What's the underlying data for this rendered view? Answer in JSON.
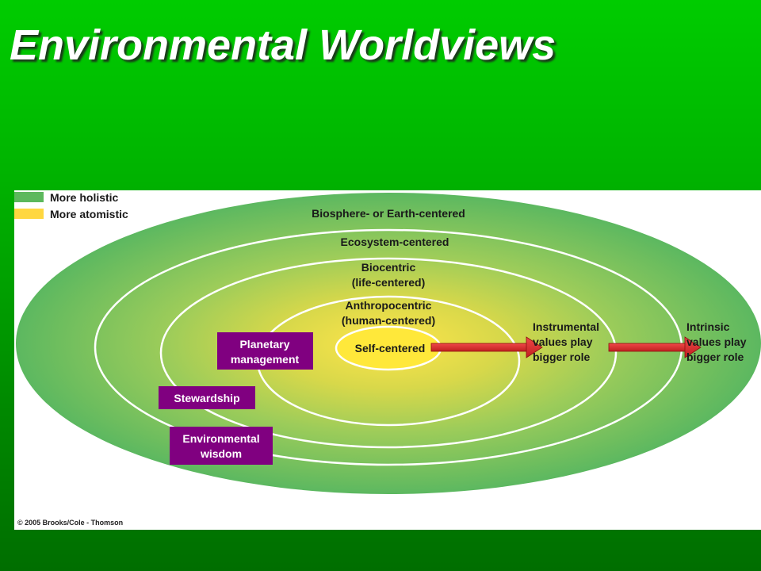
{
  "title": "Environmental Worldviews",
  "legend": {
    "holistic": "More holistic",
    "atomistic": "More atomistic"
  },
  "rings": {
    "biosphere": "Biosphere- or Earth-centered",
    "ecosystem": "Ecosystem-centered",
    "biocentric_1": "Biocentric",
    "biocentric_2": "(life-centered)",
    "anthropocentric_1": "Anthropocentric",
    "anthropocentric_2": "(human-centered)",
    "self": "Self-centered"
  },
  "values": {
    "instrumental_1": "Instrumental",
    "instrumental_2": "values play",
    "instrumental_3": "bigger role",
    "intrinsic_1": "Intrinsic",
    "intrinsic_2": "values play",
    "intrinsic_3": "bigger role"
  },
  "boxes": {
    "planetary_1": "Planetary",
    "planetary_2": "management",
    "stewardship": "Stewardship",
    "wisdom_1": "Environmental",
    "wisdom_2": "wisdom"
  },
  "copyright": "© 2005 Brooks/Cole - Thomson",
  "colors": {
    "background_green": "#00b800",
    "holistic_green": "#5cb85c",
    "atomistic_yellow": "#ffd740",
    "box_purple": "#800080",
    "arrow_red": "#e03030"
  }
}
